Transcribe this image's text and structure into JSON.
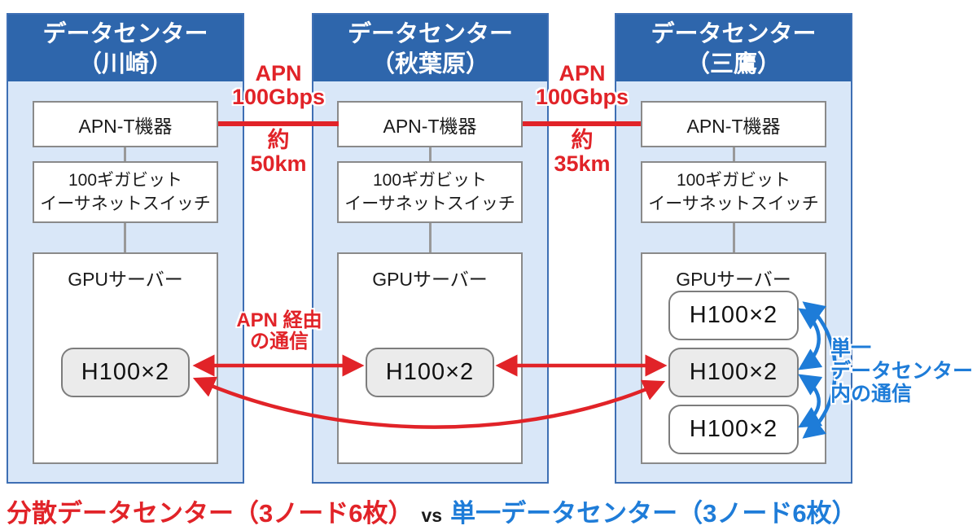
{
  "colors": {
    "header_blue": "#2e66ac",
    "panel_blue": "#d9e7f8",
    "panel_border_blue": "#3e6fb4",
    "accent_red": "#e12328",
    "accent_blue": "#1e7cd8",
    "h100_gray_fill": "#ebebeb",
    "box_border_gray": "#8a8a8a"
  },
  "datacenters": [
    {
      "name_line1": "データセンター",
      "name_line2": "（川崎）",
      "apn_t": "APN-T機器",
      "switch_line1": "100ギガビット",
      "switch_line2": "イーサネットスイッチ",
      "gpu_server": "GPUサーバー",
      "h100": [
        "H100×2"
      ]
    },
    {
      "name_line1": "データセンター",
      "name_line2": "（秋葉原）",
      "apn_t": "APN-T機器",
      "switch_line1": "100ギガビット",
      "switch_line2": "イーサネットスイッチ",
      "gpu_server": "GPUサーバー",
      "h100": [
        "H100×2"
      ]
    },
    {
      "name_line1": "データセンター",
      "name_line2": "（三鷹）",
      "apn_t": "APN-T機器",
      "switch_line1": "100ギガビット",
      "switch_line2": "イーサネットスイッチ",
      "gpu_server": "GPUサーバー",
      "h100": [
        "H100×2",
        "H100×2",
        "H100×2"
      ]
    }
  ],
  "apn_links": [
    {
      "label_line1": "APN",
      "label_line2": "100Gbps",
      "dist_line1": "約",
      "dist_line2": "50km"
    },
    {
      "label_line1": "APN",
      "label_line2": "100Gbps",
      "dist_line1": "約",
      "dist_line2": "35km"
    }
  ],
  "annotations": {
    "apn_route_line1": "APN 経由",
    "apn_route_line2": "の通信",
    "single_dc_line1": "単一",
    "single_dc_line2": "データセンター",
    "single_dc_line3": "内の通信"
  },
  "caption": {
    "distributed": "分散データセンター（3ノード6枚）",
    "vs": "vs",
    "single": "単一データセンター（3ノード6枚）"
  }
}
